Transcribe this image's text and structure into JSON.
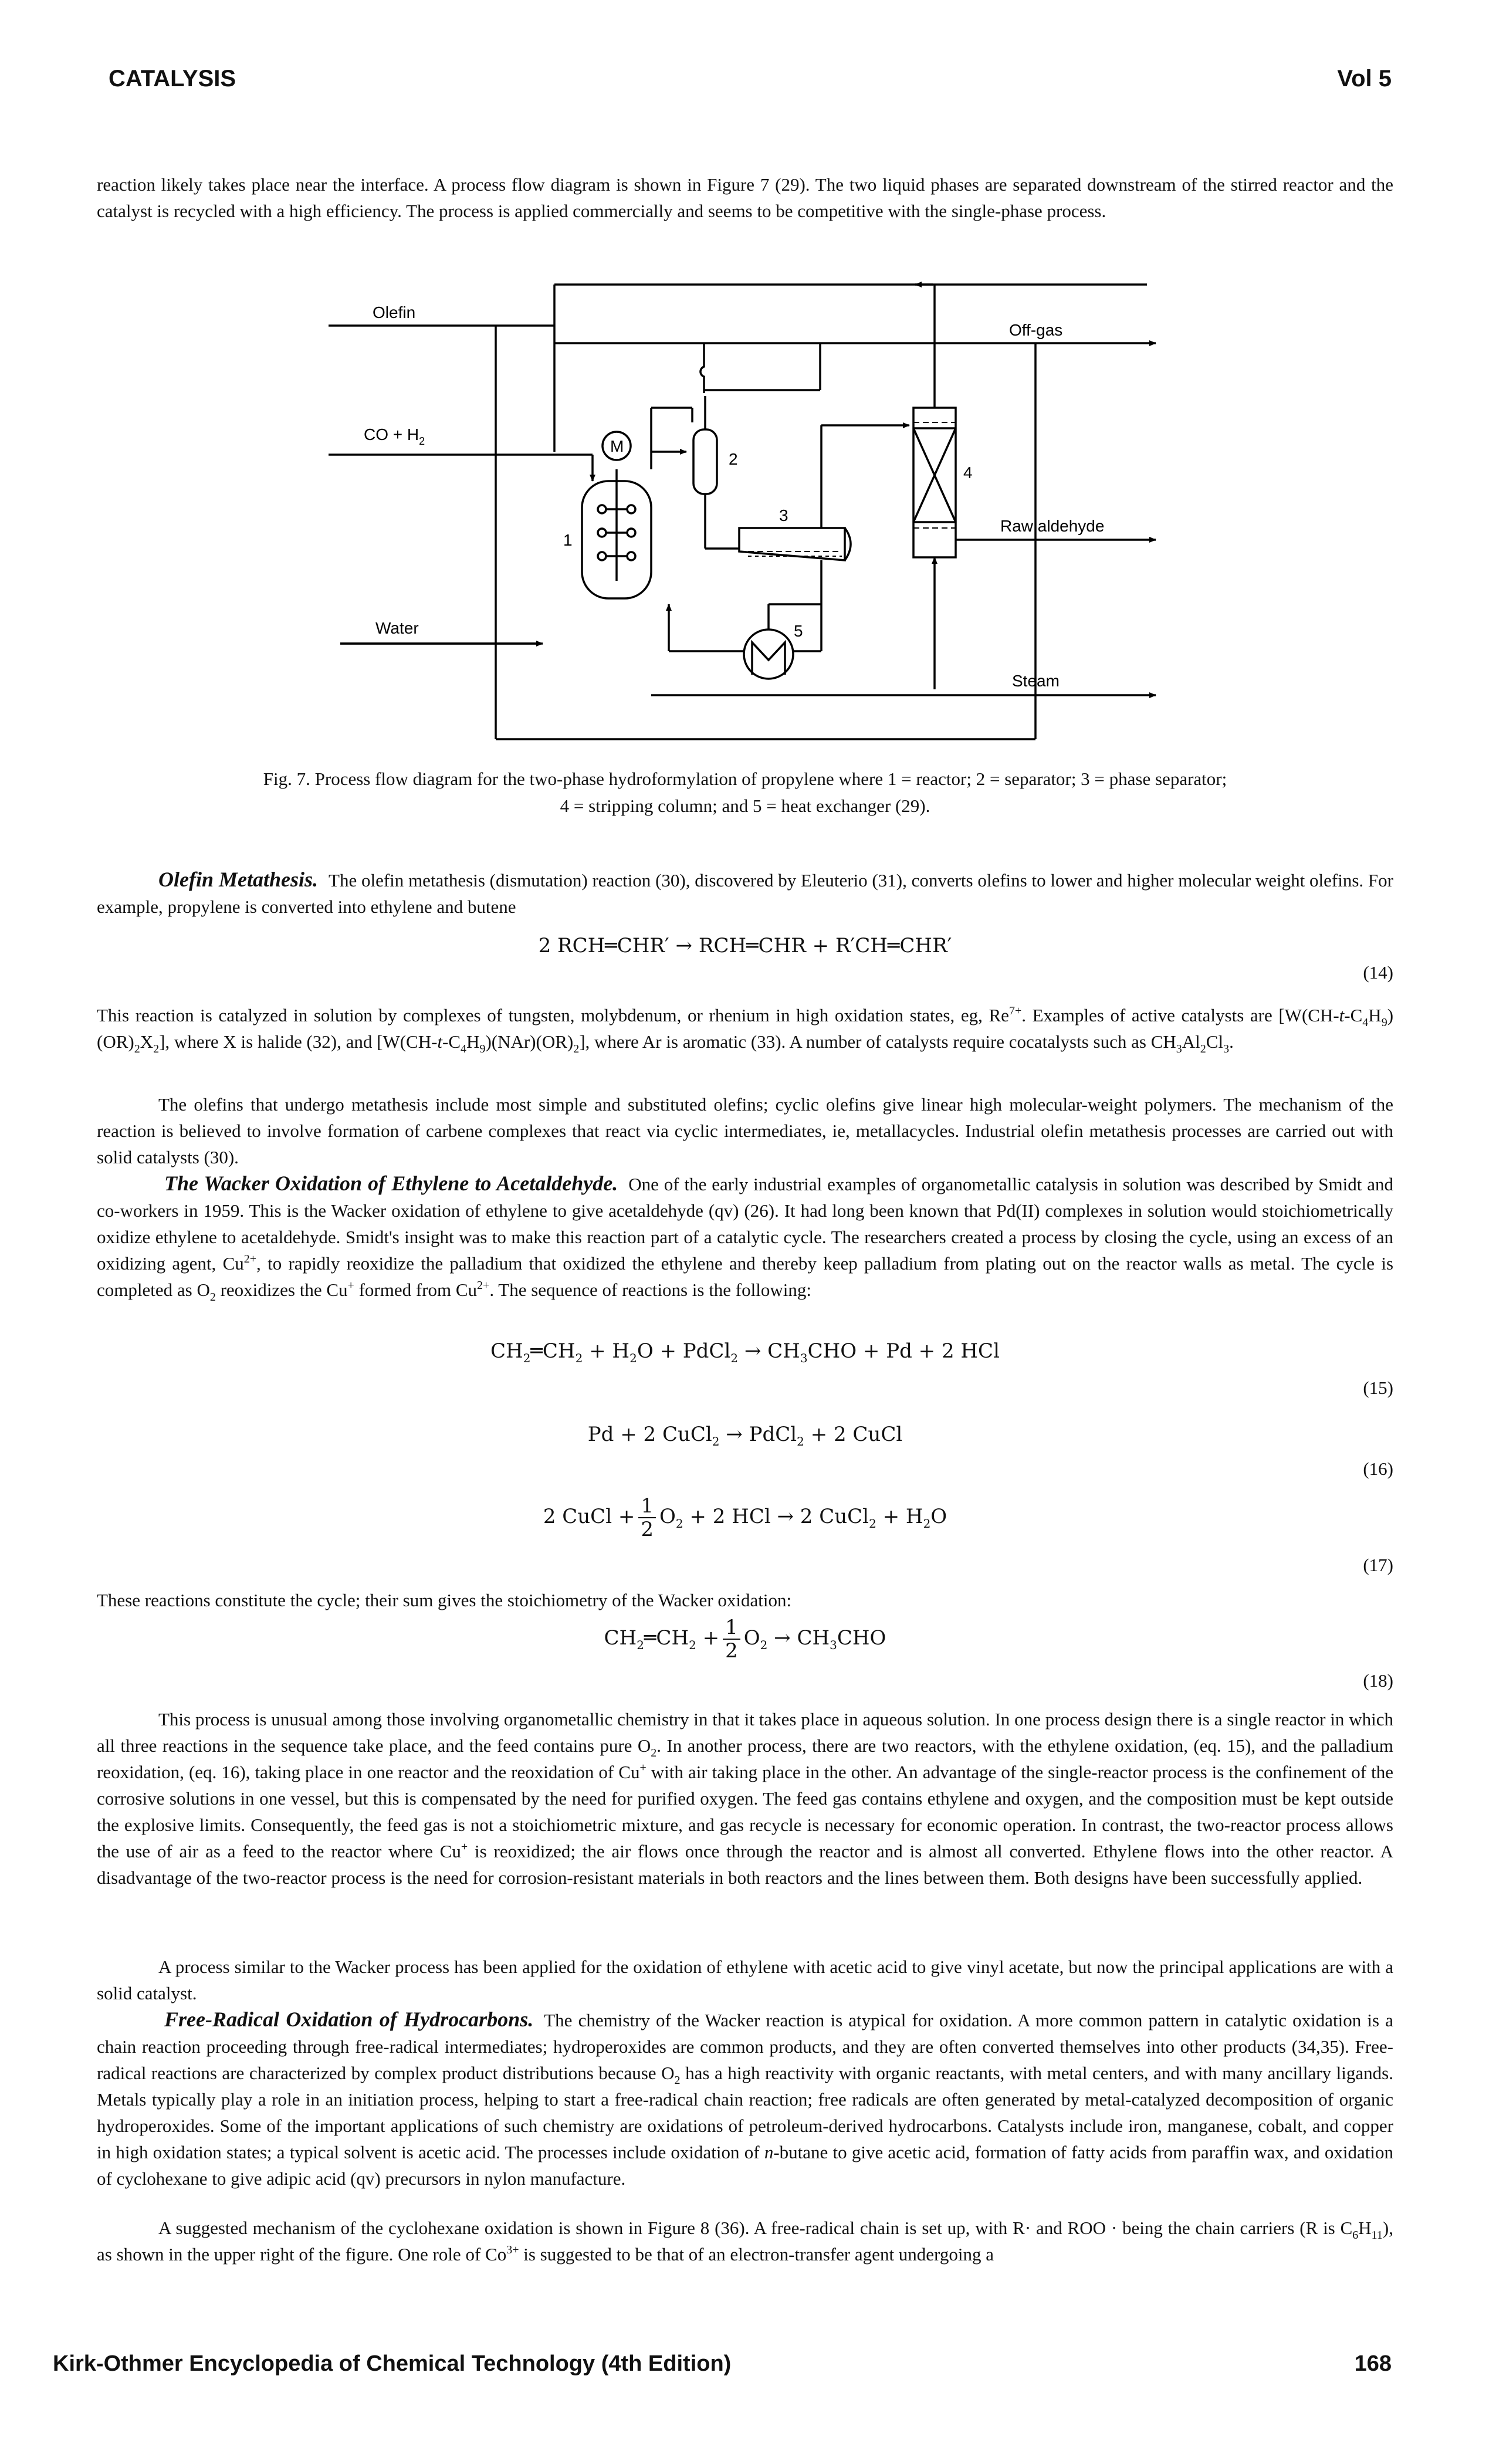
{
  "header": {
    "left": "CATALYSIS",
    "right": "Vol 5"
  },
  "footer": {
    "left": "Kirk-Othmer Encyclopedia of Chemical Technology (4th Edition)",
    "right": "168"
  },
  "intro": {
    "text": "reaction likely takes place near the interface. A process flow diagram is shown in Figure 7 (29). The two liquid phases are separated downstream of the stirred reactor and the catalyst is recycled with a high efficiency. The process is applied commercially and seems to be competitive with the single-phase process."
  },
  "figure": {
    "labels": {
      "olefin": "Olefin",
      "offgas": "Off-gas",
      "co": "CO + H",
      "co_sub": "2",
      "motor": "M",
      "reactor": "1",
      "separator": "2",
      "phase_sep": "3",
      "column": "4",
      "exchanger": "5",
      "raw": "Raw aldehyde",
      "water": "Water",
      "steam": "Steam"
    },
    "caption_line1": "Fig. 7. Process flow diagram for the two-phase hydroformylation of propylene where 1 = reactor; 2 = separator; 3 = phase separator;",
    "caption_line2": "4 = stripping column; and 5 = heat exchanger (29)."
  },
  "sections": {
    "metathesis_title": "Olefin Metathesis.",
    "metathesis_p1": "The olefin metathesis (dismutation) reaction (30), discovered by Eleuterio (31), converts olefins to lower and higher molecular weight olefins. For example, propylene is converted into ethylene and butene",
    "eq14": "2 RCH═CHR′ → RCH═CHR + R′CH═CHR′",
    "eq14_no": "(14)",
    "metathesis_p2": {
      "a": "This reaction is catalyzed in solution by complexes of tungsten, molybdenum, or rhenium in high oxidation states, eg, Re",
      "a_sup": "7+",
      "b": ". Examples of active catalysts are [W(CH-",
      "t1": "t",
      "c": "-C",
      "c_sub": "4",
      "d": "H",
      "d_sub": "9",
      "e": ")(OR)",
      "e_sub": "2",
      "f": "X",
      "f_sub": "2",
      "g": "], where X is halide (32), and [W(CH-",
      "t2": "t",
      "h": "-C",
      "h_sub": "4",
      "i": "H",
      "i_sub": "9",
      "j": ")(NAr)(OR)",
      "j_sub": "2",
      "k": "], where Ar is aromatic (33). A number of catalysts require cocatalysts such as CH",
      "k_sub": "3",
      "l": "Al",
      "l_sub": "2",
      "m": "Cl",
      "m_sub": "3",
      "n": "."
    },
    "metathesis_p3": "The olefins that undergo metathesis include most simple and substituted olefins; cyclic olefins give linear high molecular-weight polymers. The mechanism of the reaction is believed to involve formation of carbene complexes that react via cyclic intermediates, ie, metallacycles. Industrial olefin metathesis processes are carried out with solid catalysts (30).",
    "wacker_title": "The Wacker Oxidation of Ethylene to Acetaldehyde.",
    "wacker_p1": {
      "a": "One of the early industrial examples of organometallic catalysis in solution was described by Smidt and co-workers in 1959. This is the Wacker oxidation of ethylene to give acetaldehyde (qv) (26). It had long been known that Pd(II) complexes in solution would stoichiometrically oxidize ethylene to acetaldehyde. Smidt's insight was to make this reaction part of a catalytic cycle. The researchers created a process by closing the cycle, using an excess of an oxidizing agent, Cu",
      "a_sup": "2+",
      "b": ", to rapidly reoxidize the palladium that oxidized the ethylene and thereby keep palladium from plating out on the reactor walls as metal. The cycle is completed as O",
      "b_sub": "2",
      "c": " reoxidizes the Cu",
      "c_sup": "+",
      "d": " formed from Cu",
      "d_sup": "2+",
      "e": ". The sequence of reactions is the following:"
    },
    "eq15_no": "(15)",
    "eq16_no": "(16)",
    "eq17_no": "(17)",
    "eq18_no": "(18)",
    "frac_num": "1",
    "frac_den": "2",
    "cycle_text": "These reactions constitute the cycle; their sum gives the stoichiometry of the Wacker oxidation:",
    "process_p": {
      "a": "This process is unusual among those involving organometallic chemistry in that it takes place in aqueous solution. In one process design there is a single reactor in which all three reactions in the sequence take place, and the feed contains pure O",
      "a_sub": "2",
      "b": ". In another process, there are two reactors, with the ethylene oxidation, (eq. 15), and the palladium reoxidation, (eq. 16), taking place in one reactor and the reoxidation of Cu",
      "b_sup": "+",
      "c": " with air taking place in the other. An advantage of the single-reactor process is the confinement of the corrosive solutions in one vessel, but this is compensated by the need for purified oxygen. The feed gas contains ethylene and oxygen, and the composition must be kept outside the explosive limits. Consequently, the feed gas is not a stoichiometric mixture, and gas recycle is necessary for economic operation. In contrast, the two-reactor process allows the use of air as a feed to the reactor where Cu",
      "c_sup": "+",
      "d": " is reoxidized; the air flows once through the reactor and is almost all converted. Ethylene flows into the other reactor. A disadvantage of the two-reactor process is the need for corrosion-resistant materials in both reactors and the lines between them. Both designs have been successfully applied."
    },
    "vinyl_p": "A process similar to the Wacker process has been applied for the oxidation of ethylene with acetic acid to give vinyl acetate, but now the principal applications are with a solid catalyst.",
    "radical_title": "Free-Radical Oxidation of Hydrocarbons.",
    "radical_p": {
      "a": "The chemistry of the Wacker reaction is atypical for oxidation. A more common pattern in catalytic oxidation is a chain reaction proceeding through free-radical intermediates; hydroperoxides are common products, and they are often converted themselves into other products (34,35). Free-radical reactions are characterized by complex product distributions because O",
      "a_sub": "2",
      "b": " has a high reactivity with organic reactants, with metal centers, and with many ancillary ligands. Metals typically play a role in an initiation process, helping to start a free-radical chain reaction; free radicals are often generated by metal-catalyzed decomposition of organic hydroperoxides. Some of the important applications of such chemistry are oxidations of petroleum-derived hydrocarbons. Catalysts include iron, manganese, cobalt, and copper in high oxidation states; a typical solvent is acetic acid. The processes include oxidation of ",
      "n": "n",
      "c": "-butane to give acetic acid, formation of fatty acids from paraffin wax, and oxidation of cyclohexane to give adipic acid (qv) precursors in nylon manufacture."
    },
    "mechanism_p": {
      "a": "A suggested mechanism of the cyclohexane oxidation is shown in Figure 8 (36). A free-radical chain is set up, with R· and ROO · being the chain carriers (R is C",
      "a_sub": "6",
      "b": "H",
      "b_sub": "11",
      "c": "), as shown in the upper right of the figure. One role of Co",
      "c_sup": "3+",
      "d": " is suggested to be that of an electron-transfer agent undergoing a"
    }
  }
}
